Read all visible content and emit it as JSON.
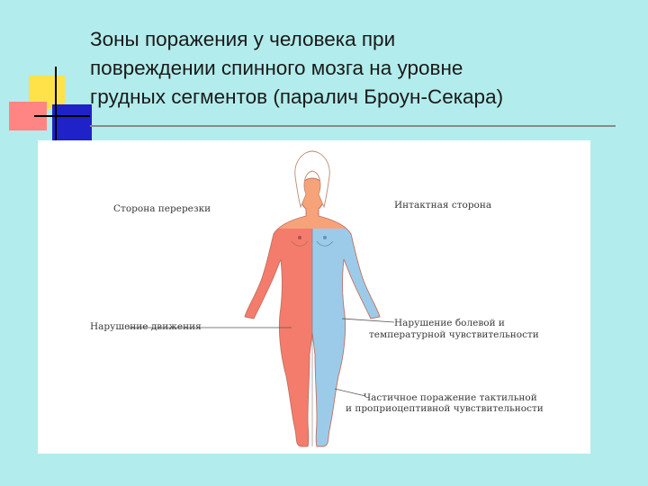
{
  "slide": {
    "title_lines": [
      "Зоны поражения у человека при",
      "повреждении спинного мозга на уровне",
      "грудных сегментов (паралич Броун-Секара)"
    ]
  },
  "figure": {
    "labels": {
      "left_side": "Сторона перерезки",
      "right_side": "Интактная сторона",
      "motor": "Нарушение движения",
      "pain_temp_line1": "Нарушение болевой и",
      "pain_temp_line2": "температурной чувствительности",
      "tactile_line1": "Частичное поражение тактильной",
      "tactile_line2": "и проприоцептивной чувствительности"
    },
    "colors": {
      "affected_side": "#f47c6c",
      "intact_side": "#9ccbe9",
      "upper_body": "#f6a37a"
    }
  }
}
